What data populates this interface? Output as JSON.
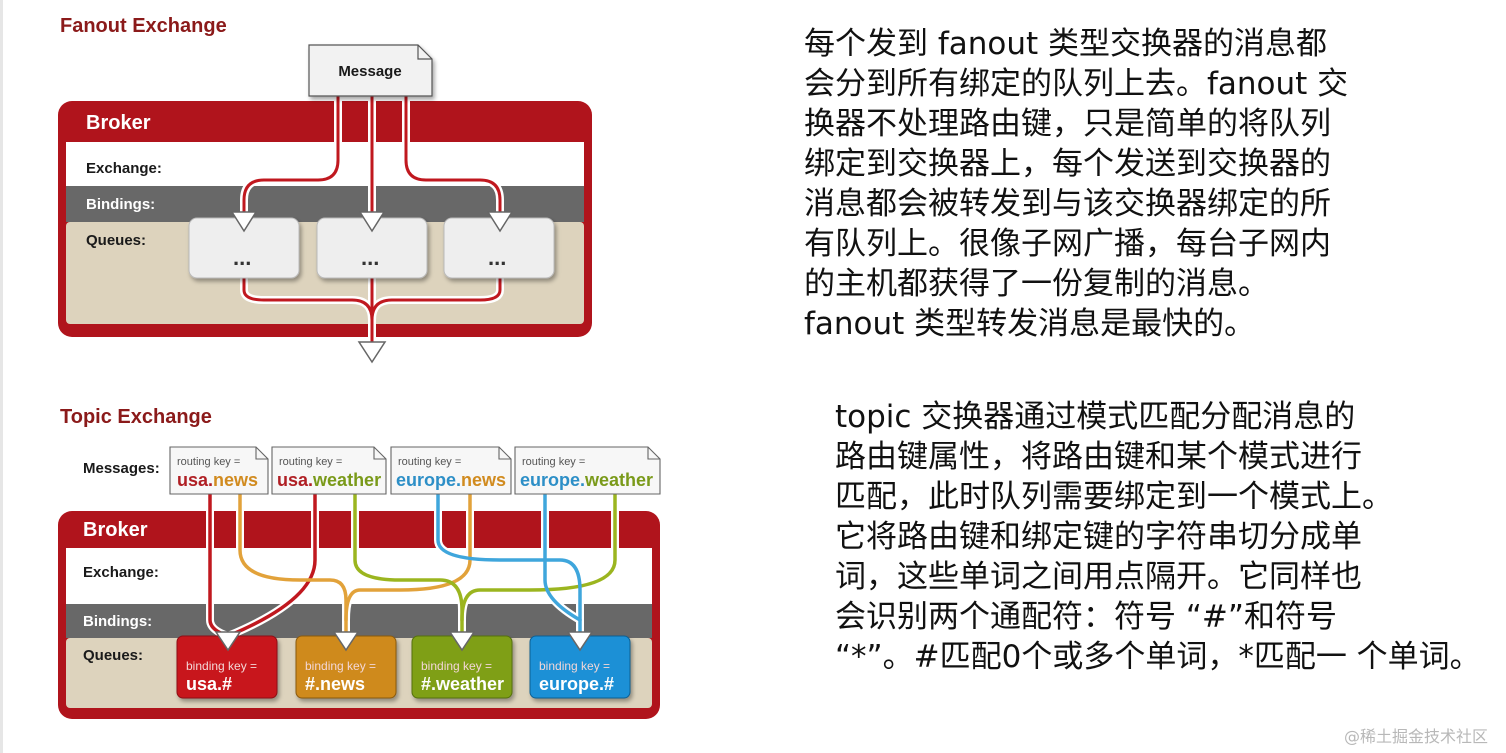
{
  "fanout": {
    "title": "Fanout Exchange",
    "message_label": "Message",
    "broker_label": "Broker",
    "exchange_label": "Exchange:",
    "bindings_label": "Bindings:",
    "queues_label": "Queues:",
    "queue_placeholder": "...",
    "description": [
      "每个发到 fanout 类型交换器的消息都",
      "会分到所有绑定的队列上去。fanout 交",
      "换器不处理路由键，只是简单的将队列",
      "绑定到交换器上，每个发送到交换器的",
      "消息都会被转发到与该交换器绑定的所",
      "有队列上。很像子网广播，每台子网内",
      "的主机都获得了一份复制的消息。",
      "fanout 类型转发消息是最快的。"
    ]
  },
  "topic": {
    "title": "Topic Exchange",
    "messages_label": "Messages:",
    "broker_label": "Broker",
    "exchange_label": "Exchange:",
    "bindings_label": "Bindings:",
    "queues_label": "Queues:",
    "routing_key_prefix": "routing key =",
    "binding_key_prefix": "binding key =",
    "messages": [
      {
        "region": "usa",
        "sep": ".",
        "topic": "news"
      },
      {
        "region": "usa",
        "sep": ".",
        "topic": "weather"
      },
      {
        "region": "europe",
        "sep": ".",
        "topic": "news"
      },
      {
        "region": "europe",
        "sep": ".",
        "topic": "weather"
      }
    ],
    "queues": [
      {
        "key": "usa.#"
      },
      {
        "key": "#.news"
      },
      {
        "key": "#.weather"
      },
      {
        "key": "europe.#"
      }
    ],
    "description": [
      "topic 交换器通过模式匹配分配消息的",
      "路由键属性，将路由键和某个模式进行",
      "匹配，此时队列需要绑定到一个模式上。",
      "它将路由键和绑定键的字符串切分成单",
      "词，这些单词之间用点隔开。它同样也",
      "会识别两个通配符：符号 “#”和符号",
      " “*”。#匹配0个或多个单词，*匹配一 个单词。"
    ]
  },
  "colors": {
    "broker_red": "#b0141c",
    "usa": "#b01f24",
    "news": "#d18b1f",
    "europe": "#2d8fc7",
    "weather": "#7a9a1a",
    "q_usa": "#c8161d",
    "q_news": "#cf8a1e",
    "q_weather": "#7f9f16",
    "q_europe": "#1a90d6"
  },
  "watermark": "@稀土掘金技术社区"
}
